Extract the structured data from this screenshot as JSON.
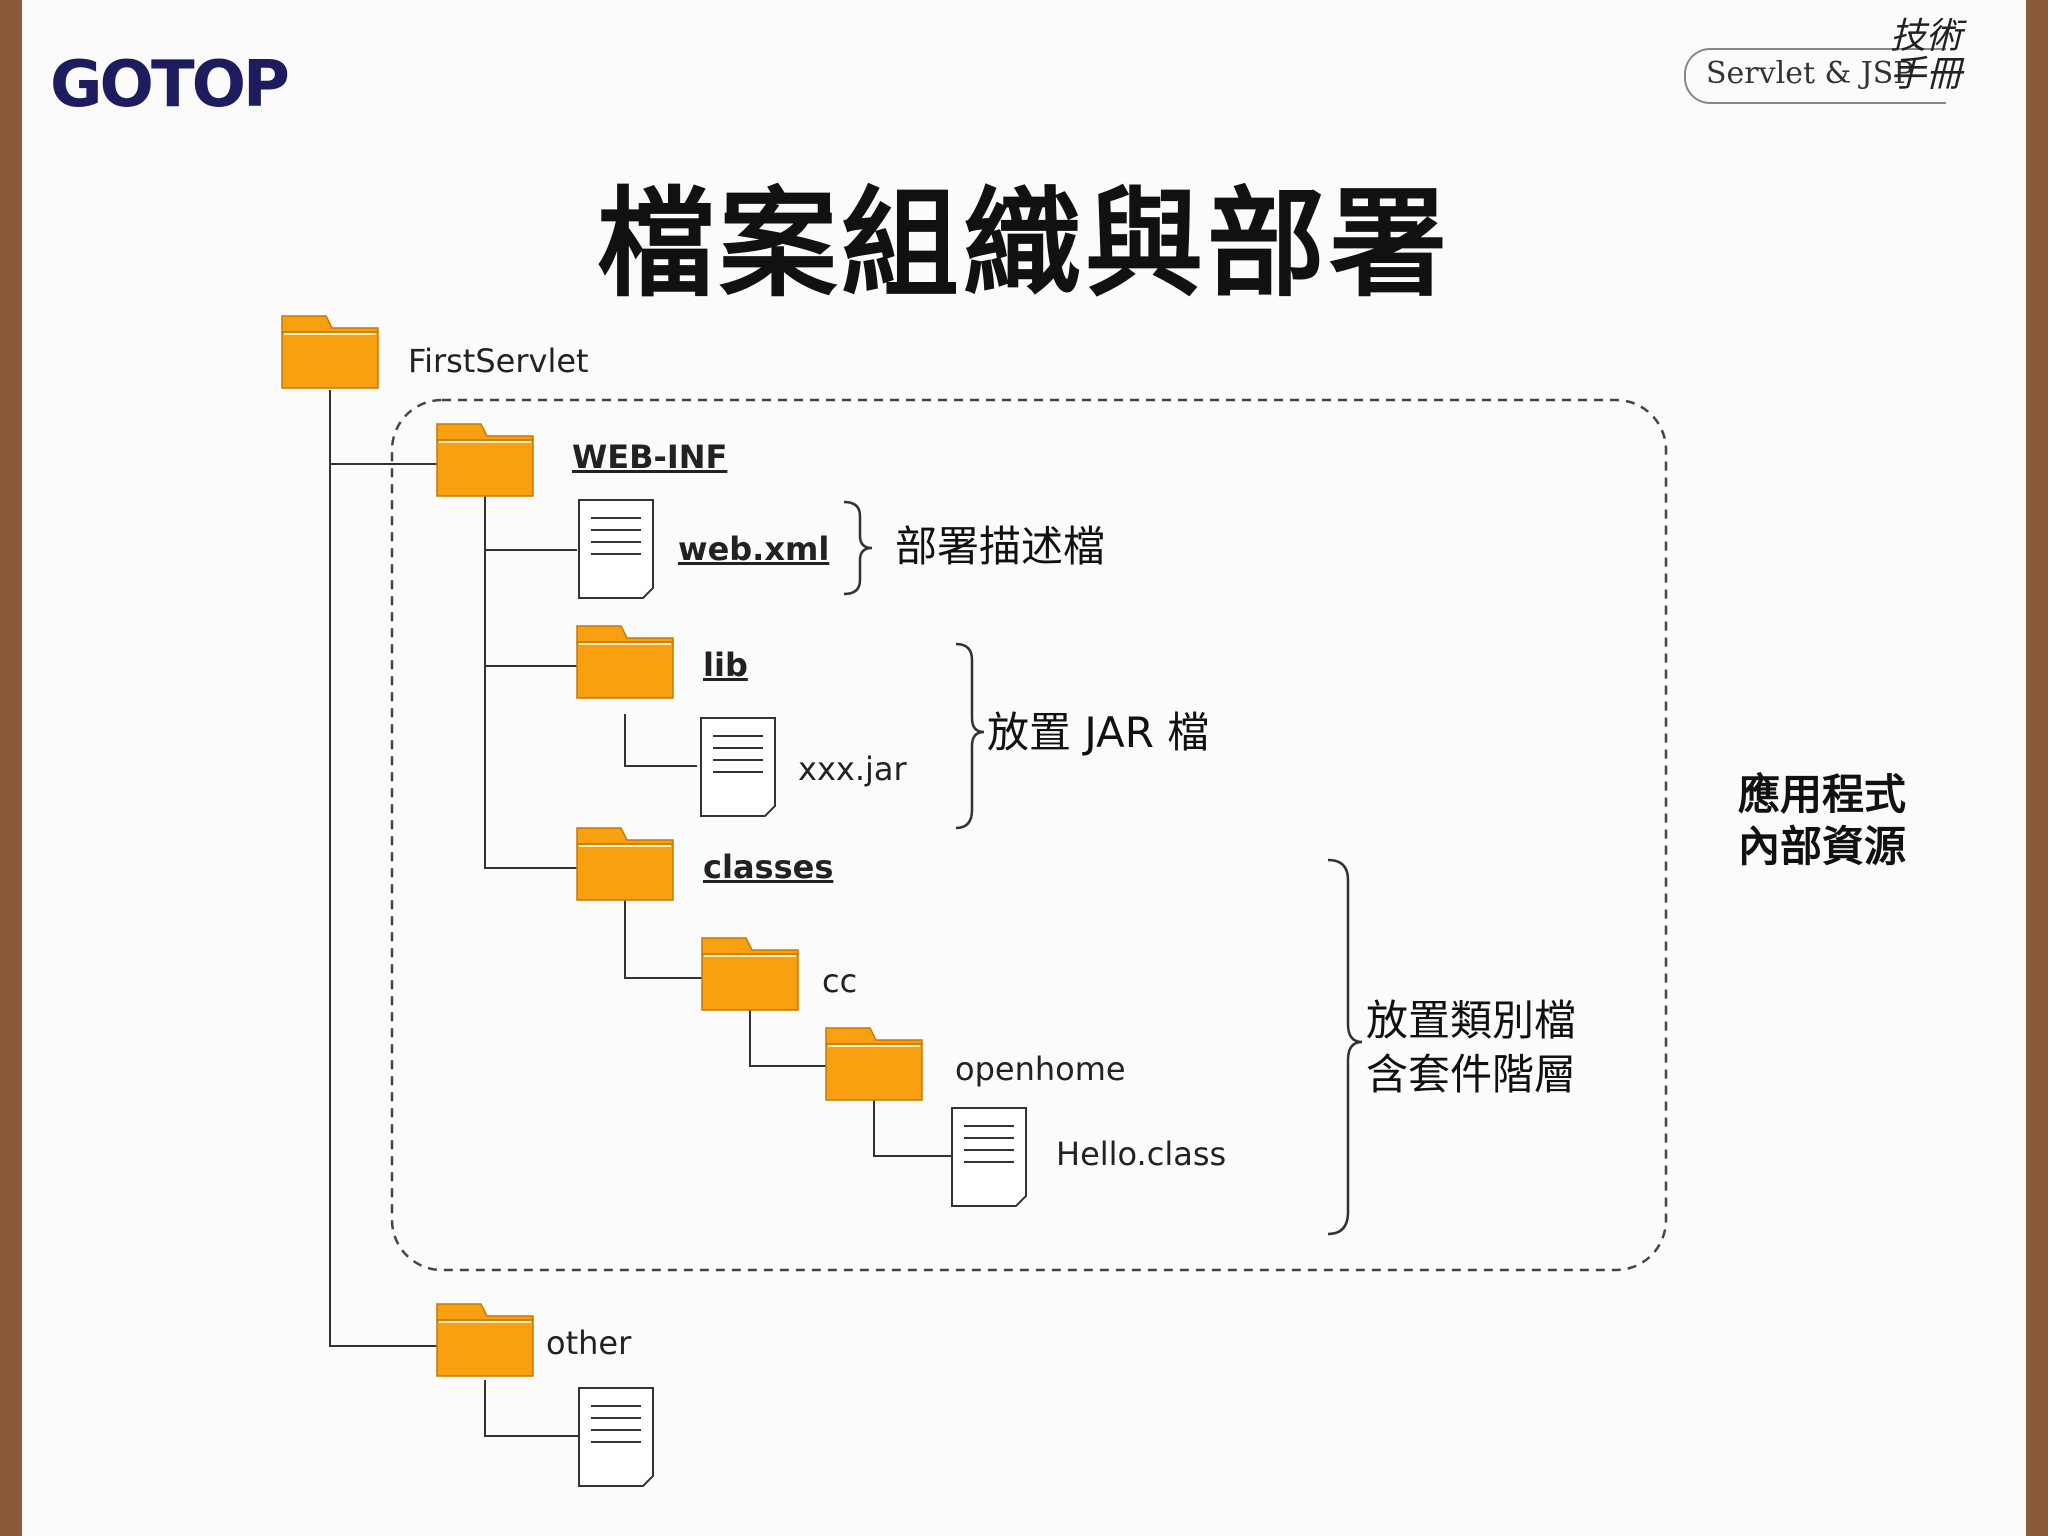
{
  "header": {
    "logo": "GOTOP",
    "brand_text": "Servlet & JSP",
    "brand_cjk": "技術手冊"
  },
  "title": "檔案組織與部署",
  "tree": {
    "root": "FirstServlet",
    "web_inf": "WEB-INF",
    "web_xml": "web.xml",
    "lib": "lib",
    "jar": "xxx.jar",
    "classes": "classes",
    "cc": "cc",
    "openhome": "openhome",
    "hello": "Hello.class",
    "other": "other"
  },
  "notes": {
    "descriptor": "部署描述檔",
    "jar_note": "放置 JAR 檔",
    "class_note_1": "放置類別檔",
    "class_note_2": "含套件階層",
    "internal_1": "應用程式",
    "internal_2": "內部資源"
  },
  "colors": {
    "folder": "#f8a010",
    "folder_edge": "#c87800",
    "accent_logo": "#1c1c5e"
  }
}
